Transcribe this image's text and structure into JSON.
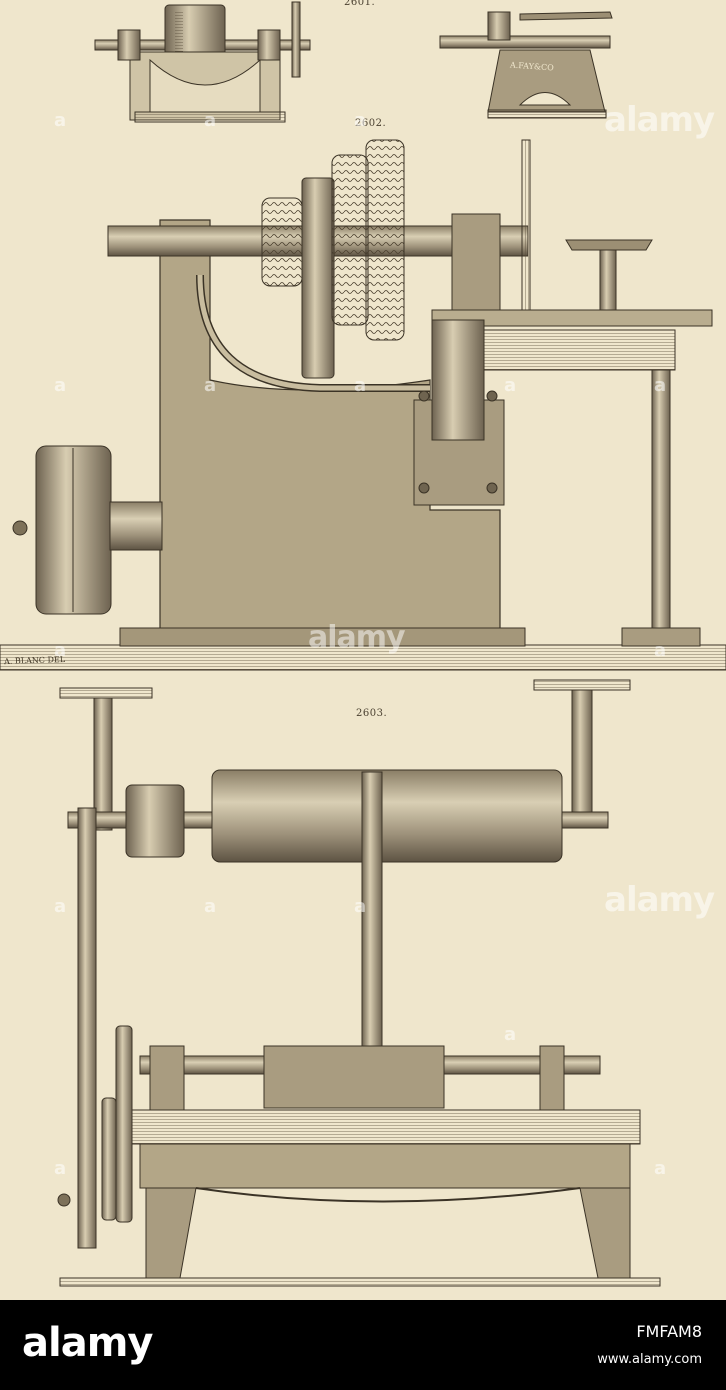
{
  "figures": {
    "fig1_label": "2601.",
    "fig2_label": "2602.",
    "fig3_label": "2603."
  },
  "engraving": {
    "maker_plate": "A.FAY&CO",
    "signature": "A. BLANC DEL"
  },
  "watermark": {
    "brand": "alamy",
    "mark": "a"
  },
  "footer": {
    "logo": "alamy",
    "image_id": "FMFAM8",
    "url": "www.alamy.com"
  },
  "colors": {
    "paper": "#efe6cc",
    "ink": "#3b3326",
    "metal": "#a99c80",
    "footer_bg": "#000000"
  }
}
